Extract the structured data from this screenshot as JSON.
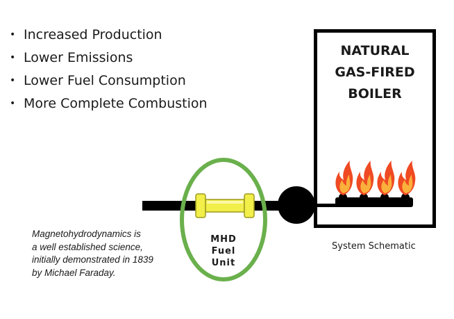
{
  "benefits": [
    "Increased Production",
    "Lower Emissions",
    "Lower Fuel Consumption",
    "More Complete Combustion"
  ],
  "boiler": {
    "title_lines": [
      "NATURAL",
      "GAS-FIRED",
      "BOILER"
    ]
  },
  "mhd_unit": {
    "label_lines": [
      "MHD",
      "Fuel",
      "Unit"
    ]
  },
  "caption": "System Schematic",
  "note_lines": [
    "Magnetohydrodynamics is",
    "a well established science,",
    "initially demonstrated in 1839",
    "by Michael Faraday."
  ],
  "colors": {
    "pipe": "#000000",
    "mhd_unit_fill": "#f2ee4a",
    "mhd_unit_stroke": "#9c9a1e",
    "highlight_ring": "#6ab04c",
    "flame_outer": "#ef4a23",
    "flame_inner": "#fbb03b"
  },
  "icons": [
    "bullet-icon",
    "flame-icon",
    "burner-icon",
    "valve-icon"
  ]
}
